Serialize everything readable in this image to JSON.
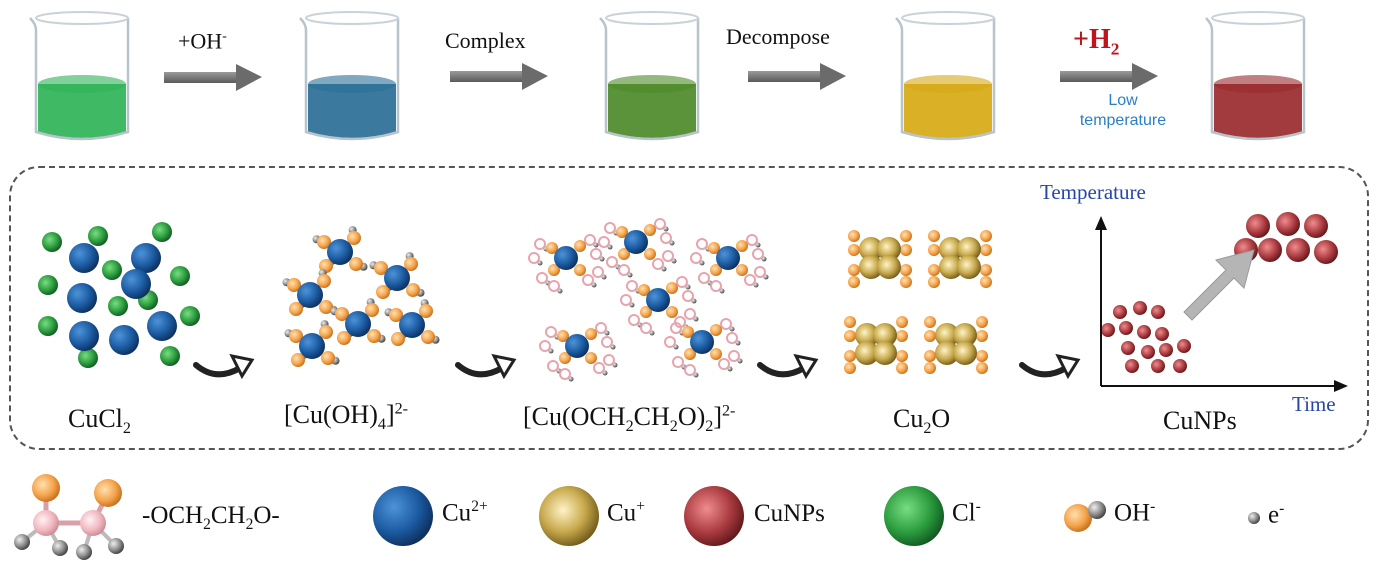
{
  "steps": {
    "step1": {
      "text": "+OH",
      "sup": "-"
    },
    "step2": "Complex",
    "step3": "Decompose",
    "step4": {
      "text": "+H",
      "sub": "2"
    },
    "step4_note_line1": "Low",
    "step4_note_line2": "temperature"
  },
  "beakers": [
    {
      "name": "green",
      "color": "#2fb357"
    },
    {
      "name": "blue",
      "color": "#2a6f96"
    },
    {
      "name": "olive",
      "color": "#4c8a28"
    },
    {
      "name": "yellow",
      "color": "#d7a915"
    },
    {
      "name": "red",
      "color": "#9a2a2d"
    }
  ],
  "stages": {
    "s1": {
      "a": "CuCl",
      "b": "2"
    },
    "s2": {
      "a": "[Cu(OH)",
      "b": "4",
      "c": "]",
      "d": "2-"
    },
    "s3": {
      "a": "[Cu(OCH",
      "b": "2",
      "c": "CH",
      "d": "2",
      "e": "O)",
      "f": "2",
      "g": "]",
      "h": "2-"
    },
    "s4": {
      "a": "Cu",
      "b": "2",
      "c": "O"
    },
    "s5": "CuNPs"
  },
  "axes": {
    "y": "Temperature",
    "x": "Time"
  },
  "legend": {
    "ligand": {
      "a": "-OCH",
      "b": "2",
      "c": "CH",
      "d": "2",
      "e": "O-"
    },
    "cu2": {
      "a": "Cu",
      "b": "2+"
    },
    "cu1": {
      "a": "Cu",
      "b": "+"
    },
    "cunps": "CuNPs",
    "cl": {
      "a": "Cl",
      "b": "-"
    },
    "oh": {
      "a": "OH",
      "b": "-"
    },
    "e": {
      "a": "e",
      "b": "-"
    }
  },
  "colors": {
    "cu2": "#1b5aa0",
    "cu1": "#b89a3a",
    "cunps": "#a83a3f",
    "cl": "#2a9a3c",
    "oh": "#f4a24a",
    "electron": "#777777",
    "ligand_c": "#f1b7bf",
    "axis_label": "#2747a7",
    "h2": "#c0141c"
  }
}
